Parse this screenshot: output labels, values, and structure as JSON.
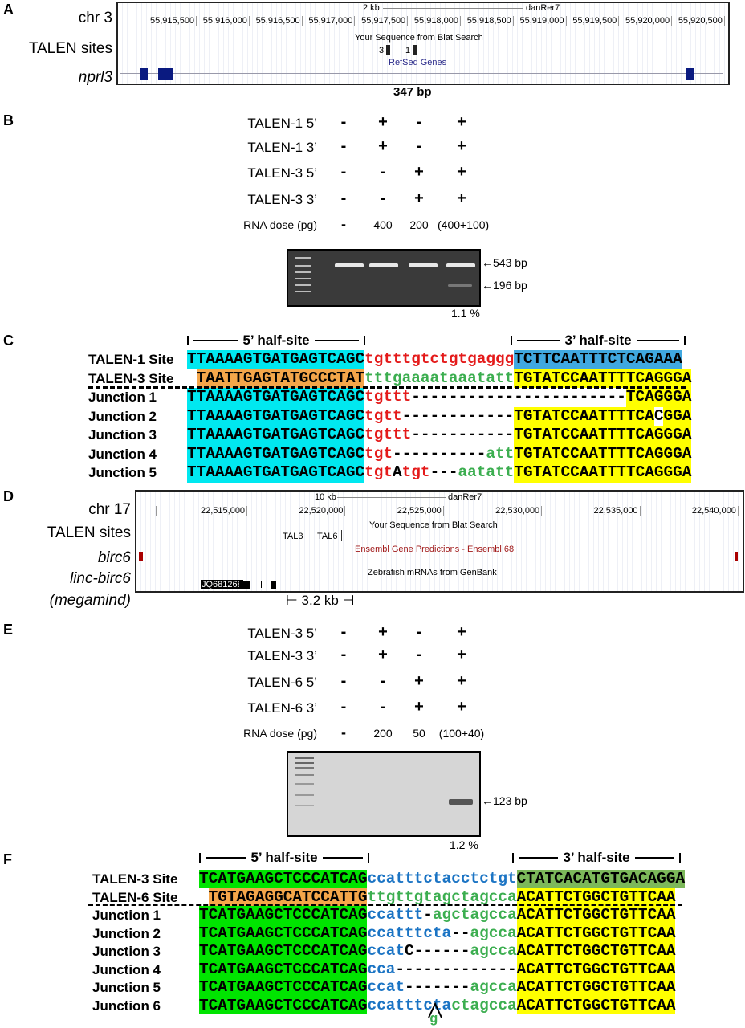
{
  "panels": {
    "A": "A",
    "B": "B",
    "C": "C",
    "D": "D",
    "E": "E",
    "F": "F"
  },
  "panelA": {
    "labels": {
      "chr": "chr 3",
      "sites": "TALEN sites",
      "gene": "nprl3"
    },
    "scale": "2 kb",
    "assembly": "danRer7",
    "ticks": [
      "55,915,500",
      "55,916,000",
      "55,916,500",
      "55,917,000",
      "55,917,500",
      "55,918,000",
      "55,918,500",
      "55,919,000",
      "55,919,500",
      "55,920,000",
      "55,920,500"
    ],
    "blat": "Your Sequence from Blat Search",
    "site3": "3",
    "site1": "1",
    "refseq": "RefSeq Genes",
    "distance": "347 bp"
  },
  "panelB": {
    "rows": [
      {
        "label": "TALEN-1 5’",
        "marks": [
          "-",
          "+",
          "-",
          "+"
        ]
      },
      {
        "label": "TALEN-1 3’",
        "marks": [
          "-",
          "+",
          "-",
          "+"
        ]
      },
      {
        "label": "TALEN-3 5’",
        "marks": [
          "-",
          "-",
          "+",
          "+"
        ]
      },
      {
        "label": "TALEN-3 3’",
        "marks": [
          "-",
          "-",
          "+",
          "+"
        ]
      }
    ],
    "dose": {
      "label": "RNA dose (pg)",
      "values": [
        "-",
        "400",
        "200",
        "(400+100)"
      ]
    },
    "bands": [
      "543 bp",
      "196 bp"
    ],
    "percent": "1.1 %"
  },
  "panelC": {
    "h5": "5’ half-site",
    "h3": "3’ half-site",
    "rows": [
      {
        "label": "TALEN-1 Site",
        "segs": [
          [
            "TTAAAAGTGATGAGTCAGC",
            "s-cyan"
          ],
          [
            "tgtttgtctgtgaggg",
            "t-red"
          ],
          [
            "TCTTCAATTTCTCAGAAA",
            "s-blue"
          ]
        ]
      },
      {
        "label": "TALEN-3 Site",
        "segs": [
          [
            " ",
            ""
          ],
          [
            "TAATTGAGTATGCCCTAT",
            "s-orange"
          ],
          [
            "tttgaaaataaatatt",
            "t-grn"
          ],
          [
            "TGTATCCAATTTTCAGGGA",
            "s-yellow"
          ]
        ]
      },
      {
        "label": "Junction 1",
        "segs": [
          [
            "TTAAAAGTGATGAGTCAGC",
            "s-cyan"
          ],
          [
            "tgttt",
            "t-red"
          ],
          [
            "-----------------------",
            ""
          ],
          [
            "TCAGGGA",
            "s-yellow"
          ]
        ]
      },
      {
        "label": "Junction 2",
        "segs": [
          [
            "TTAAAAGTGATGAGTCAGC",
            "s-cyan"
          ],
          [
            "tgtt",
            "t-red"
          ],
          [
            "------------",
            ""
          ],
          [
            "TGTATCCAATTTTCA",
            "s-yellow"
          ],
          [
            "C",
            "s-white"
          ],
          [
            "GGA",
            "s-yellow"
          ]
        ]
      },
      {
        "label": "Junction 3",
        "segs": [
          [
            "TTAAAAGTGATGAGTCAGC",
            "s-cyan"
          ],
          [
            "tgttt",
            "t-red"
          ],
          [
            "-----------",
            ""
          ],
          [
            "TGTATCCAATTTTCAGGGA",
            "s-yellow"
          ]
        ]
      },
      {
        "label": "Junction 4",
        "segs": [
          [
            "TTAAAAGTGATGAGTCAGC",
            "s-cyan"
          ],
          [
            "tgt",
            "t-red"
          ],
          [
            "----------",
            ""
          ],
          [
            "att",
            "t-grn"
          ],
          [
            "TGTATCCAATTTTCAGGGA",
            "s-yellow"
          ]
        ]
      },
      {
        "label": "Junction 5",
        "segs": [
          [
            "TTAAAAGTGATGAGTCAGC",
            "s-cyan"
          ],
          [
            "tgt",
            "t-red"
          ],
          [
            "A",
            ""
          ],
          [
            "tgt",
            "t-red"
          ],
          [
            "---",
            ""
          ],
          [
            "aatatt",
            "t-grn"
          ],
          [
            "TGTATCCAATTTTCAGGGA",
            "s-yellow"
          ]
        ]
      }
    ]
  },
  "panelD": {
    "labels": {
      "chr": "chr 17",
      "sites": "TALEN sites",
      "gene": "birc6",
      "linc": "linc-birc6",
      "alias": "(megamind)"
    },
    "scale": "10 kb",
    "assembly": "danRer7",
    "ticks": [
      "22,515,000",
      "22,520,000",
      "22,525,000",
      "22,530,000",
      "22,535,000",
      "22,540,000"
    ],
    "blat": "Your Sequence from Blat Search",
    "tal3": "TAL3",
    "tal6": "TAL6",
    "ensembl": "Ensembl Gene Predictions - Ensembl 68",
    "mrna": "Zebrafish mRNAs from GenBank",
    "accession": "JQ681268",
    "distance": "3.2 kb"
  },
  "panelE": {
    "rows": [
      {
        "label": "TALEN-3 5’",
        "marks": [
          "-",
          "+",
          "-",
          "+"
        ]
      },
      {
        "label": "TALEN-3 3’",
        "marks": [
          "-",
          "+",
          "-",
          "+"
        ]
      },
      {
        "label": "TALEN-6 5’",
        "marks": [
          "-",
          "-",
          "+",
          "+"
        ]
      },
      {
        "label": "TALEN-6 3’",
        "marks": [
          "-",
          "-",
          "+",
          "+"
        ]
      }
    ],
    "dose": {
      "label": "RNA dose (pg)",
      "values": [
        "-",
        "200",
        "50",
        "(100+40)"
      ]
    },
    "bands": [
      "123 bp"
    ],
    "percent": "1.2 %"
  },
  "panelF": {
    "h5": "5’ half-site",
    "h3": "3’ half-site",
    "insert": "g",
    "rows": [
      {
        "label": "TALEN-3 Site",
        "segs": [
          [
            "TCATGAAGCTCCCATCAG",
            "s-green"
          ],
          [
            "ccatttctacctctgt",
            "t-blu"
          ],
          [
            "CTATCACATGTGACAGGA",
            "s-olive"
          ]
        ]
      },
      {
        "label": "TALEN-6 Site",
        "segs": [
          [
            " ",
            ""
          ],
          [
            "TGTAGAGGCATCCATTG",
            "s-orange"
          ],
          [
            "ttgttgtagctagcca",
            "t-grn"
          ],
          [
            "ACATTCTGGCTGTTCAA",
            "s-yellow"
          ]
        ]
      },
      {
        "label": "Junction 1",
        "segs": [
          [
            "TCATGAAGCTCCCATCAG",
            "s-green"
          ],
          [
            "ccattt",
            "t-blu"
          ],
          [
            "-",
            ""
          ],
          [
            "agctagcca",
            "t-grn"
          ],
          [
            "ACATTCTGGCTGTTCAA",
            "s-yellow"
          ]
        ]
      },
      {
        "label": "Junction 2",
        "segs": [
          [
            "TCATGAAGCTCCCATCAG",
            "s-green"
          ],
          [
            "ccatttcta",
            "t-blu"
          ],
          [
            "--",
            ""
          ],
          [
            "agcca",
            "t-grn"
          ],
          [
            "ACATTCTGGCTGTTCAA",
            "s-yellow"
          ]
        ]
      },
      {
        "label": "Junction 3",
        "segs": [
          [
            "TCATGAAGCTCCCATCAG",
            "s-green"
          ],
          [
            "ccat",
            "t-blu"
          ],
          [
            "C",
            ""
          ],
          [
            "------",
            ""
          ],
          [
            "agcca",
            "t-grn"
          ],
          [
            "ACATTCTGGCTGTTCAA",
            "s-yellow"
          ]
        ]
      },
      {
        "label": "Junction 4",
        "segs": [
          [
            "TCATGAAGCTCCCATCAG",
            "s-green"
          ],
          [
            "cca",
            "t-blu"
          ],
          [
            "-------------",
            ""
          ],
          [
            "ACATTCTGGCTGTTCAA",
            "s-yellow"
          ]
        ]
      },
      {
        "label": "Junction 5",
        "segs": [
          [
            "TCATGAAGCTCCCATCAG",
            "s-green"
          ],
          [
            "ccat",
            "t-blu"
          ],
          [
            "-------",
            ""
          ],
          [
            "agcca",
            "t-grn"
          ],
          [
            "ACATTCTGGCTGTTCAA",
            "s-yellow"
          ]
        ]
      },
      {
        "label": "Junction 6",
        "segs": [
          [
            "TCATGAAGCTCCCATCAG",
            "s-green"
          ],
          [
            "ccatttcta",
            "t-blu"
          ],
          [
            "ctagcca",
            "t-grn"
          ],
          [
            "ACATTCTGGCTGTTCAA",
            "s-yellow"
          ]
        ]
      }
    ]
  }
}
